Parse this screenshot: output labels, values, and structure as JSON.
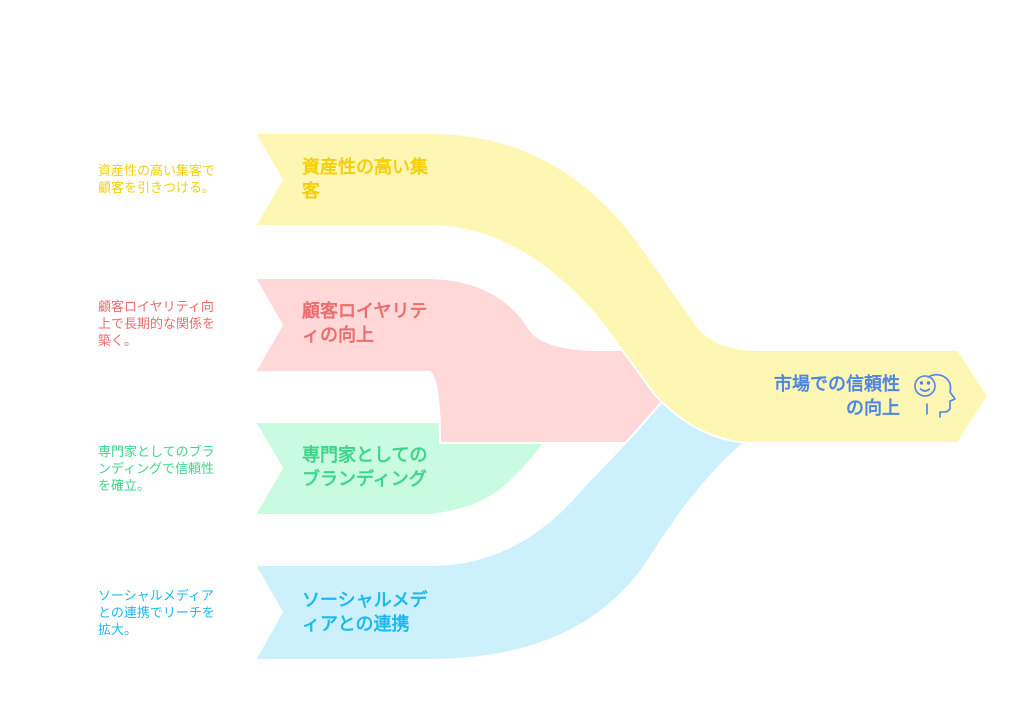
{
  "colors": {
    "yellow_fill": "#fef6b3",
    "yellow_text": "#f5cf0c",
    "red_fill": "#ffd8d8",
    "red_text": "#ec6d6d",
    "green_fill": "#c8fbe0",
    "green_text": "#3ed58b",
    "blue_fill": "#cdf1fc",
    "blue_text": "#1eb9ee",
    "output_text": "#4d86e8"
  },
  "inputs": [
    {
      "title": "資産性の高い集\n客",
      "description": "資産性の高い集客で\n顧客を引きつける。"
    },
    {
      "title": "顧客ロイヤリテ\nィの向上",
      "description": "顧客ロイヤリティ向\n上で長期的な関係を\n築く。"
    },
    {
      "title": "専門家としての\nブランディング",
      "description": "専門家としてのブラ\nンディングで信頼性\nを確立。"
    },
    {
      "title": "ソーシャルメデ\nィアとの連携",
      "description": "ソーシャルメディア\nとの連携でリーチを\n拡大。"
    }
  ],
  "output": {
    "title": "市場での信頼性\nの向上",
    "icon": "person-head-smile-icon"
  }
}
